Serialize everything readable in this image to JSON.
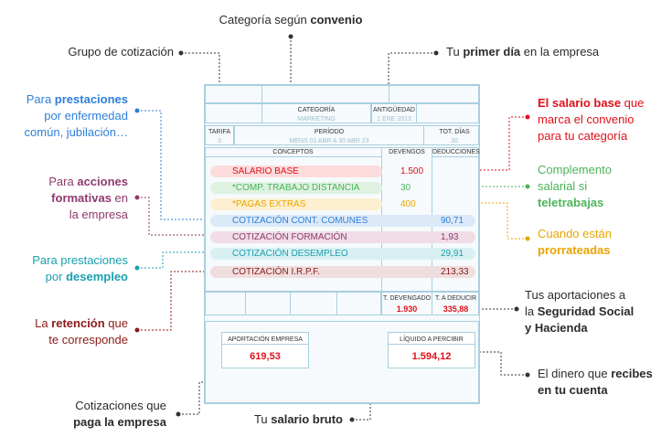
{
  "callouts": {
    "categoria": [
      "Categoría según ",
      "convenio"
    ],
    "grupo": "Grupo de cotización",
    "primer_dia": [
      "Tu ",
      "primer día",
      " en la empresa"
    ],
    "prestaciones": [
      "Para ",
      "prestaciones",
      "por enfermedad",
      "común, jubilación…"
    ],
    "acciones": [
      "Para ",
      "acciones",
      "formativas",
      " en",
      "la empresa"
    ],
    "desempleo": [
      "Para prestaciones",
      "por ",
      "desempleo"
    ],
    "retencion": [
      "La ",
      "retención",
      " que",
      "te corresponde"
    ],
    "salario_base": [
      "El salario base",
      " que",
      "marca el convenio",
      "para tu categoría"
    ],
    "complemento": [
      "Complemento",
      "salarial si",
      "teletrabajas"
    ],
    "prorrateadas": [
      "Cuando están",
      "prorrateadas"
    ],
    "aportaciones": [
      "Tus aportaciones a",
      "la ",
      "Seguridad Social",
      "y Hacienda"
    ],
    "dinero": [
      "El dinero que ",
      "recibes",
      "en tu cuenta"
    ],
    "cotizaciones": [
      "Cotizaciones que",
      "paga la empresa"
    ],
    "bruto": [
      "Tu ",
      "salario bruto"
    ]
  },
  "payslip": {
    "headers": {
      "categoria": "CATEGORÍA",
      "antiguedad": "ANTIGÜEDAD",
      "tarifa": "TARIFA",
      "periodo": "PERÍODO",
      "tot_dias": "TOT. DÍAS",
      "conceptos": "CONCEPTOS",
      "devengos": "DEVENGOS",
      "deducciones": "DEDUCCIONES",
      "t_devengado": "T. DEVENGADO",
      "t_deducir": "T. A DEDUCIR",
      "aportacion_empresa": "APORTACIÓN EMPRESA",
      "liquido": "LÍQUIDO A PERCIBIR"
    },
    "values": {
      "categoria": "MARKETING",
      "antiguedad": "1 ENE 2013",
      "tarifa": "3",
      "periodo": "MENS 01 ABR A 30 ABR 23",
      "tot_dias": "30",
      "t_devengado": "1.930",
      "t_deducir": "335,88",
      "aportacion_empresa": "619,53",
      "liquido": "1.594,12"
    },
    "rows": [
      {
        "concepto": "SALARIO BASE",
        "devengo": "1.500",
        "deduccion": ""
      },
      {
        "concepto": "*COMP. TRABAJO DISTANCIA",
        "devengo": "30",
        "deduccion": ""
      },
      {
        "concepto": "*PAGAS EXTRAS",
        "devengo": "400",
        "deduccion": ""
      },
      {
        "concepto": "COTIZACIÓN CONT. COMUNES",
        "devengo": "",
        "deduccion": "90,71"
      },
      {
        "concepto": "COTIZACIÓN FORMACIÓN",
        "devengo": "",
        "deduccion": "1,93"
      },
      {
        "concepto": "COTIZACIÓN DESEMPLEO",
        "devengo": "",
        "deduccion": "29,91"
      },
      {
        "concepto": "COTIZACIÓN I.R.P.F.",
        "devengo": "",
        "deduccion": "213,33"
      }
    ]
  },
  "colors": {
    "blue": "#2f7fd8",
    "purple": "#8e3a6e",
    "teal": "#1aa0b0",
    "darkred": "#8b1a1a",
    "red": "#e0101a",
    "green": "#4cb35a",
    "orange": "#e8a400",
    "dark": "#2b2b2b",
    "border": "#a8cfe0"
  }
}
